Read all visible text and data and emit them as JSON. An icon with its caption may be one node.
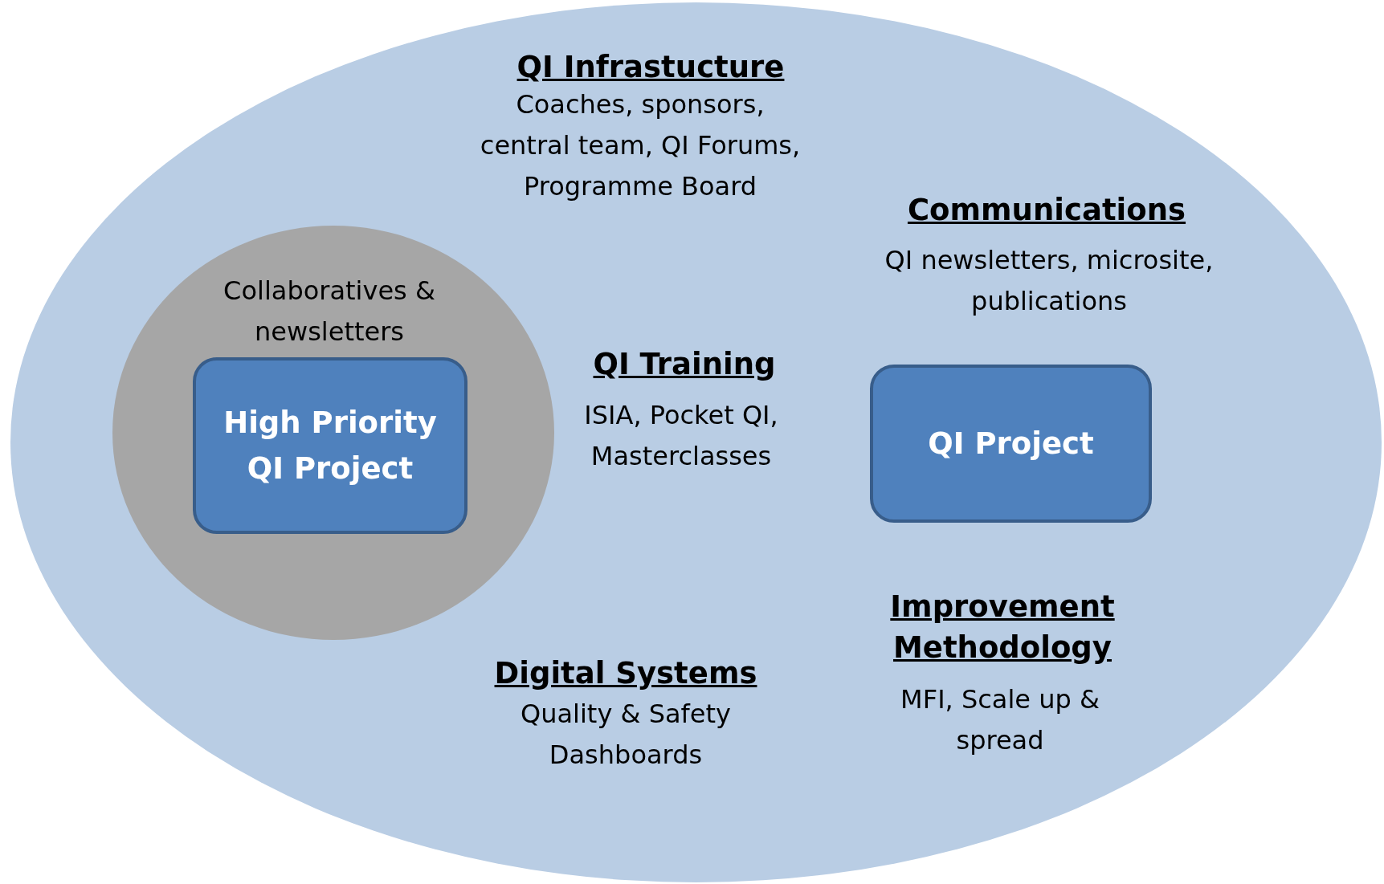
{
  "diagram": {
    "nodes": [
      {
        "text": [],
        "shape": "ellipse"
      },
      {
        "text": [
          "Collaboratives & newsletters"
        ],
        "in": 0
      },
      {
        "text": [
          "High Priority QI Project"
        ],
        "in": 1
      },
      {
        "text": [
          "QI Project"
        ],
        "in": 0
      }
    ],
    "labels": [
      "QI Infrastucture",
      "Coaches, sponsors, central team, QI Forums, Programme Board",
      "Communications",
      "QI newsletters, microsite, publications",
      "QI Training",
      "ISIA, Pocket QI, Masterclasses",
      "Improvement Methodology",
      "MFI, Scale up & spread",
      "Digital Systems",
      "Quality & Safety Dashboards"
    ]
  }
}
